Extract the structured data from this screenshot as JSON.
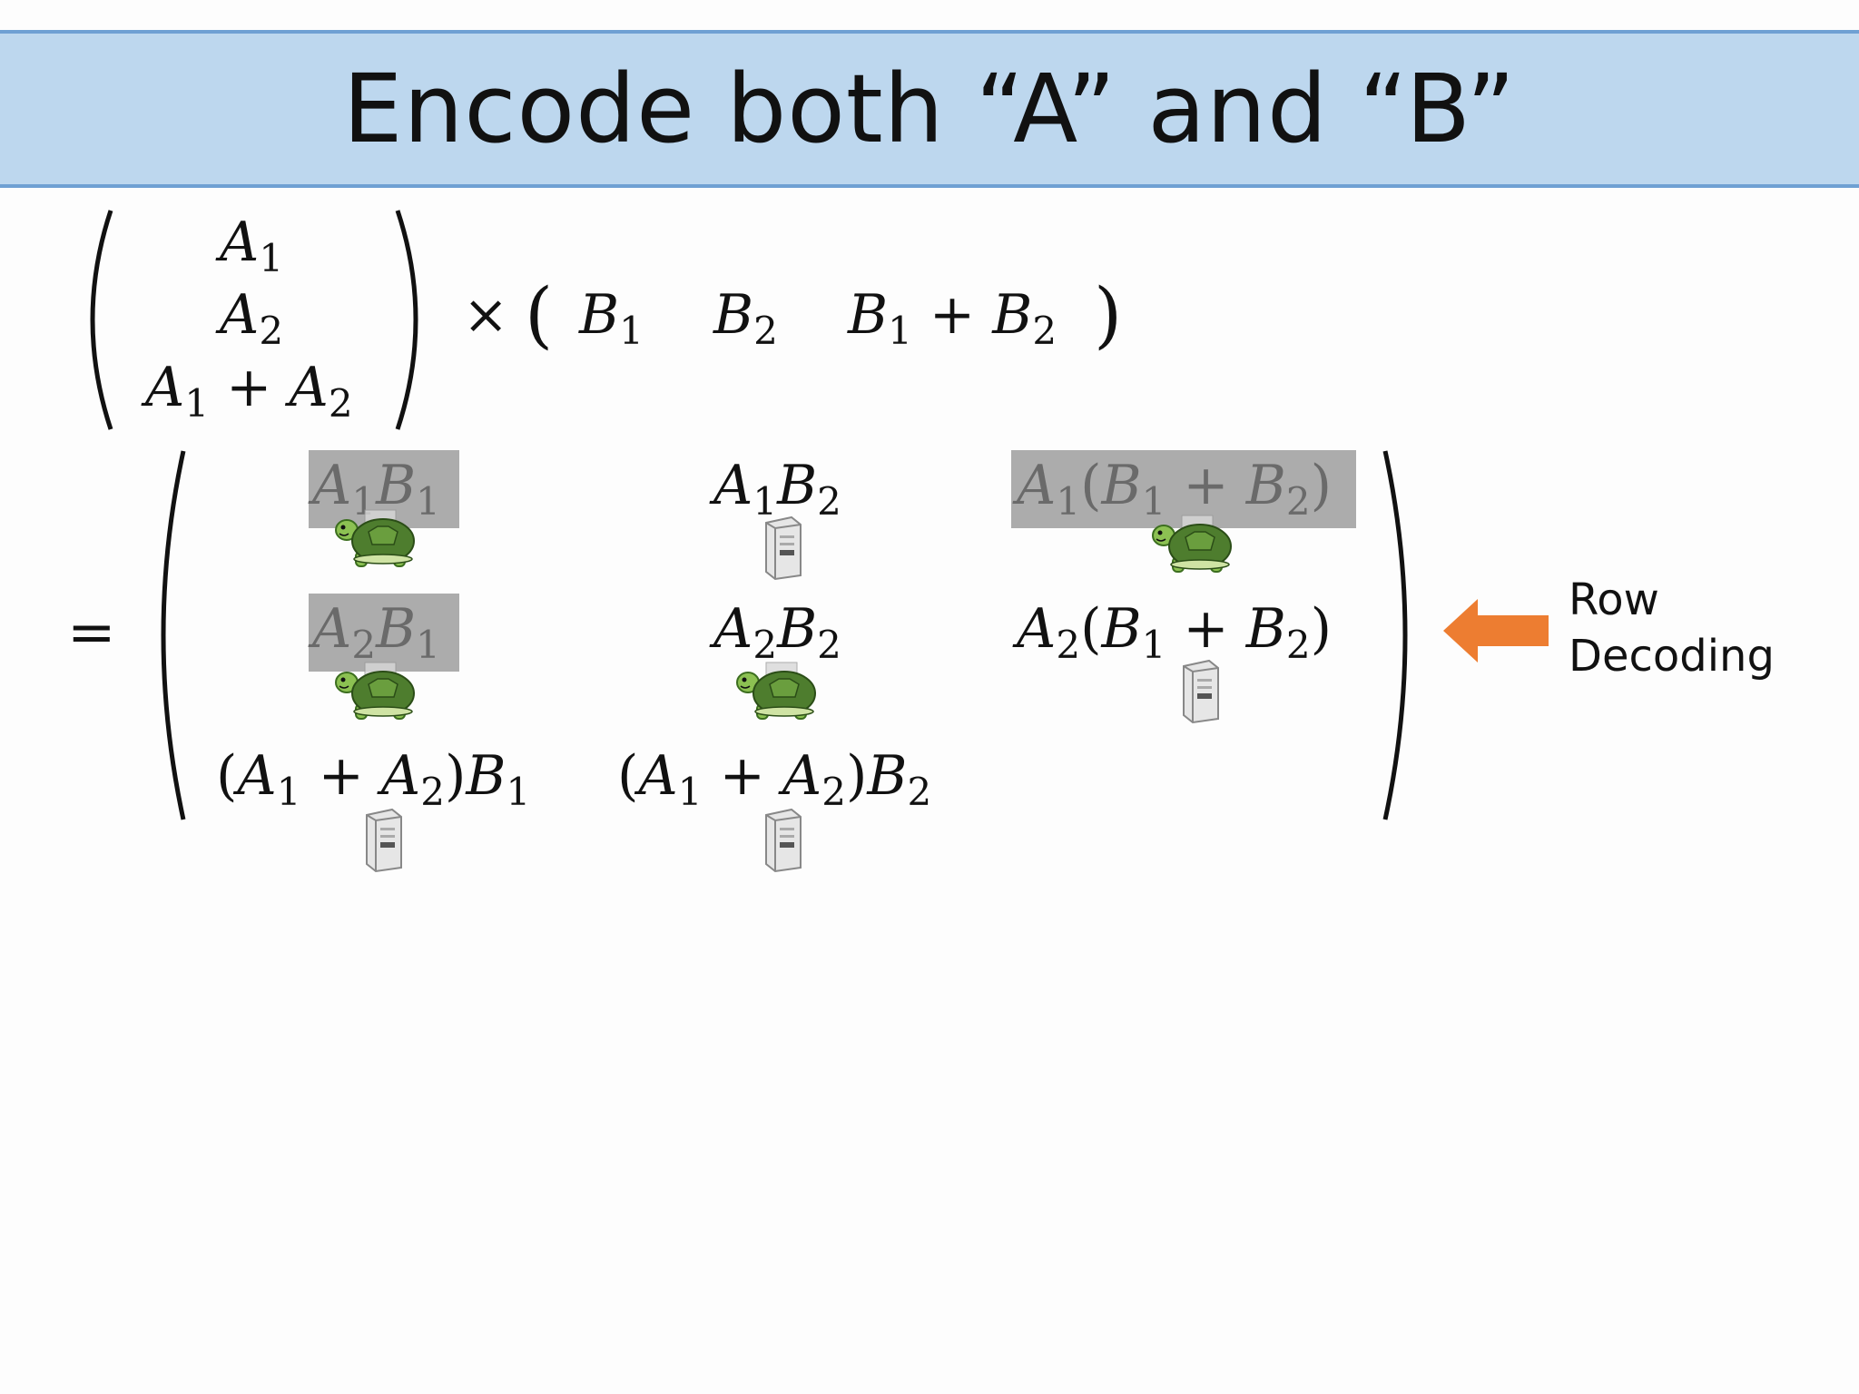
{
  "title": "Encode both “A” and “B”",
  "top_equation": {
    "a_vector": [
      {
        "base": "A",
        "sub": "1"
      },
      {
        "base": "A",
        "sub": "2"
      },
      {
        "base": "A",
        "sub": "1",
        "op": "+",
        "base2": "A",
        "sub2": "2"
      }
    ],
    "times": "×",
    "b_vector": [
      {
        "base": "B",
        "sub": "1"
      },
      {
        "base": "B",
        "sub": "2"
      },
      {
        "base": "B",
        "sub": "1",
        "op": "+",
        "base2": "B",
        "sub2": "2"
      }
    ]
  },
  "equals": "=",
  "result_matrix": [
    [
      {
        "text": "A1B1",
        "status": "straggler"
      },
      {
        "text": "A1B2",
        "status": "worker"
      },
      {
        "text": "A1(B1 + B2)",
        "status": "straggler"
      }
    ],
    [
      {
        "text": "A2B1",
        "status": "straggler"
      },
      {
        "text": "A2B2",
        "status": "straggler"
      },
      {
        "text": "A2(B1 + B2)",
        "status": "worker"
      }
    ],
    [
      {
        "text": "(A1 + A2)B1",
        "status": "worker"
      },
      {
        "text": "(A1 + A2)B2",
        "status": "worker"
      },
      {
        "text": "",
        "status": "empty"
      }
    ]
  ],
  "row_decoding": {
    "line1": "Row",
    "line2": "Decoding",
    "arrow_color": "#ed7d31"
  },
  "colors": {
    "title_bg": "#bdd7ee",
    "title_border": "#6fa0d3",
    "highlight": "#9e9e9e",
    "turtle": "#5b8c3a"
  },
  "icons": [
    "server-icon",
    "turtle-icon",
    "arrow-left-icon"
  ]
}
